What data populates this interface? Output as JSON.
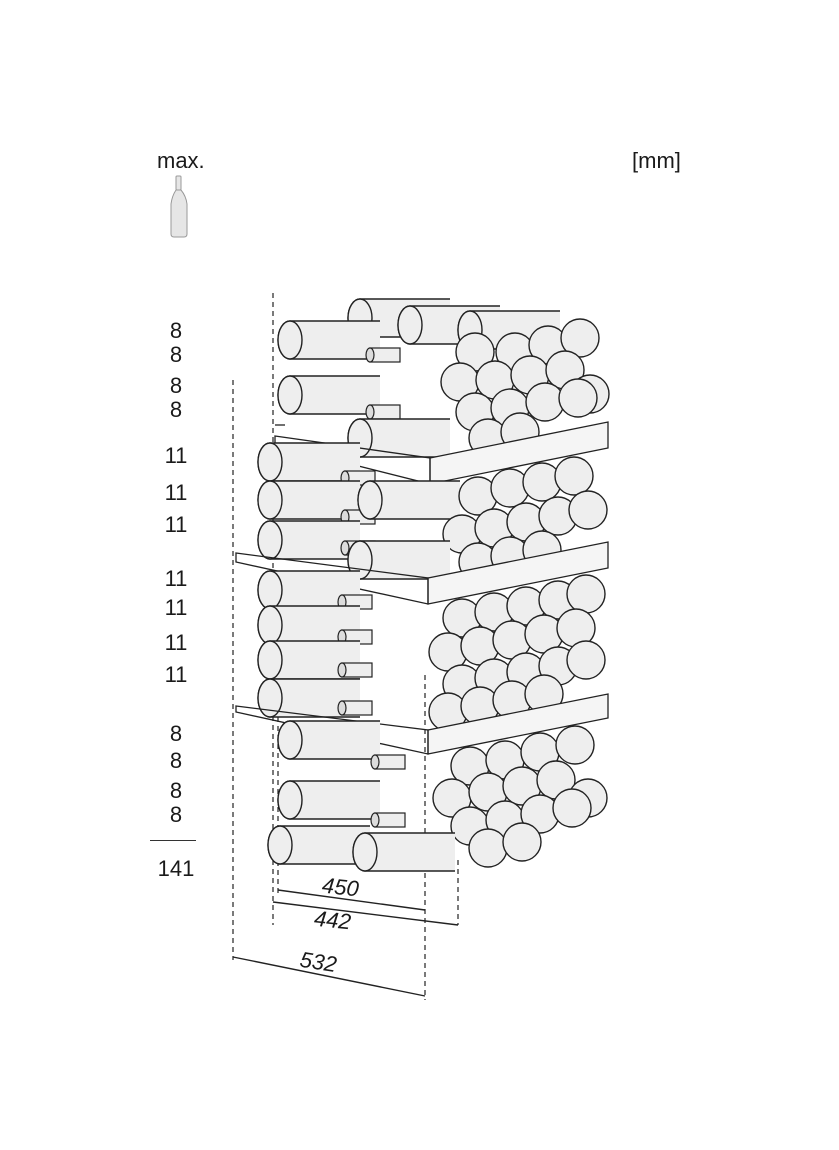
{
  "header": {
    "max_label": "max.",
    "unit_label": "[mm]"
  },
  "shelf_counts": [
    "8",
    "8",
    "8",
    "8",
    "11",
    "11",
    "11",
    "11",
    "11",
    "11",
    "11",
    "8",
    "8",
    "8",
    "8"
  ],
  "total": "141",
  "dimensions": {
    "d1": "450",
    "d2": "442",
    "d3": "532"
  }
}
